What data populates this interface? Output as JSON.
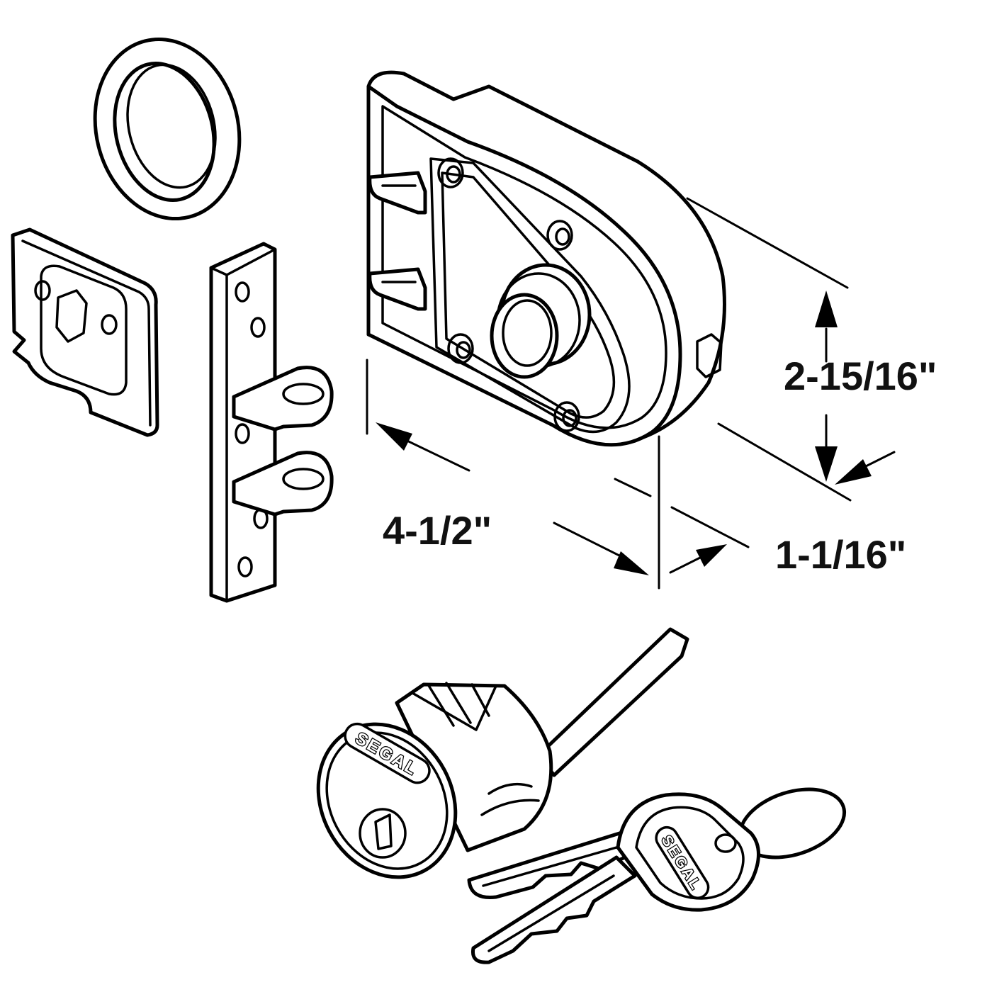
{
  "dimensions": {
    "length": "4-1/2\"",
    "height": "2-15/16\"",
    "depth": "1-1/16\""
  },
  "branding": {
    "cylinder_mark": "SEGAL",
    "key_mark": "SEGAL"
  },
  "colors": {
    "line": "#000000",
    "background": "#ffffff"
  }
}
